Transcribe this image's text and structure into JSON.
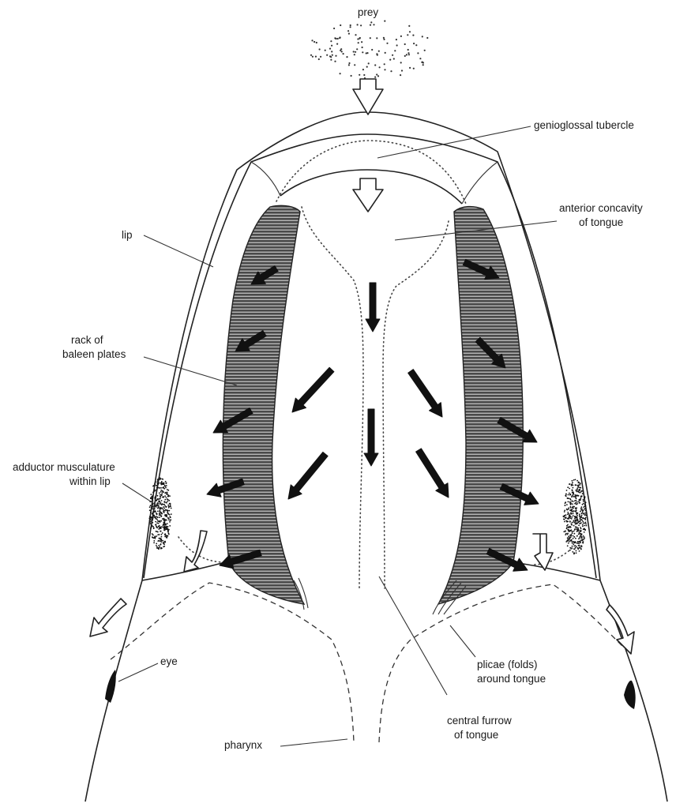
{
  "labels": {
    "prey": "prey",
    "genioglossal_tubercle": "genioglossal tubercle",
    "anterior_concavity_1": "anterior concavity",
    "anterior_concavity_2": "of tongue",
    "lip": "lip",
    "rack_1": "rack of",
    "rack_2": "baleen plates",
    "adductor_1": "adductor musculature",
    "adductor_2": "within lip",
    "eye": "eye",
    "plicae_1": "plicae (folds)",
    "plicae_2": "around tongue",
    "central_furrow_1": "central furrow",
    "central_furrow_2": "of tongue",
    "pharynx": "pharynx"
  }
}
